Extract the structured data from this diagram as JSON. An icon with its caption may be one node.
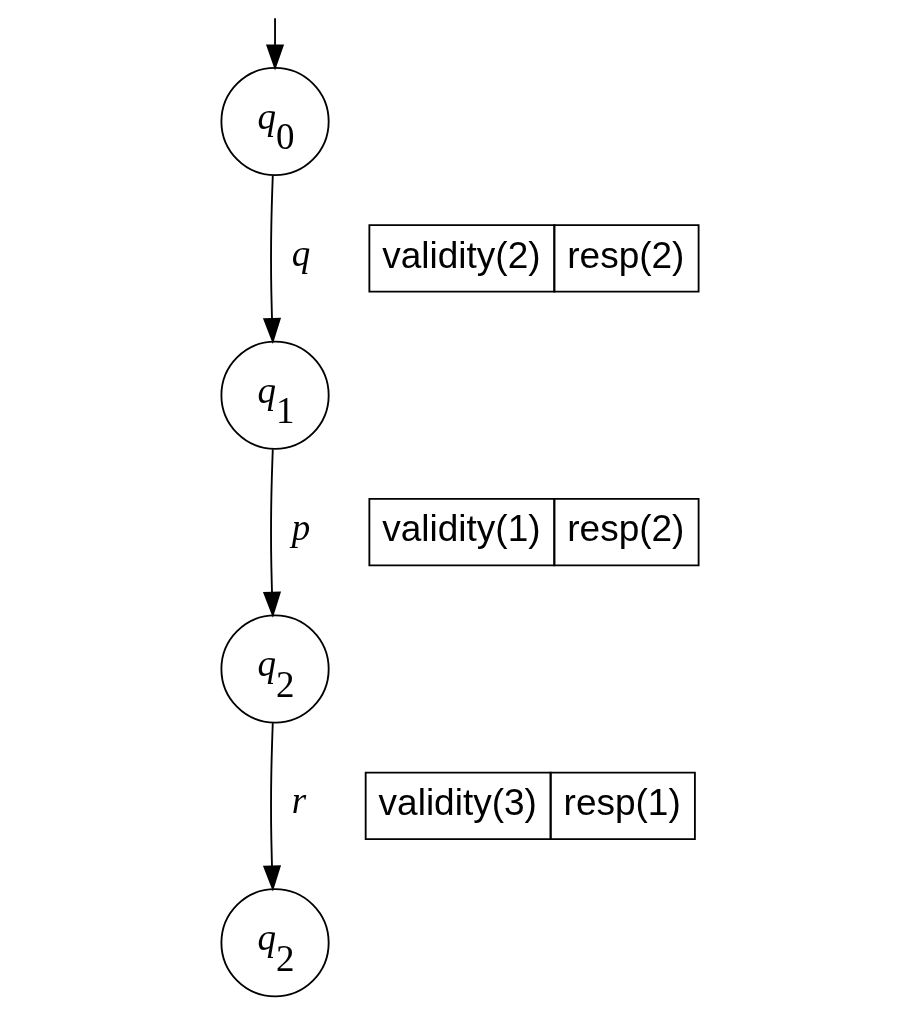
{
  "diagram": {
    "nodes": [
      {
        "text": [
          "*q*$_{0}$"
        ]
      },
      {
        "text": [
          "*q*$_{1}$"
        ]
      },
      {
        "text": [
          "*q*$_{2}$"
        ]
      },
      {
        "text": [
          "*q*$_{2}$"
        ]
      },
      {
        "text": [
          "validity(2)",
          "resp(2)"
        ]
      },
      {
        "text": [
          "validity(1)",
          "resp(2)"
        ]
      },
      {
        "text": [
          "validity(3)",
          "resp(1)"
        ]
      }
    ],
    "edges": [
      {
        "from": null,
        "to": 0,
        "arrow": "to"
      },
      {
        "from": 0,
        "to": 1,
        "arrow": "to",
        "label": "q"
      },
      {
        "from": 1,
        "to": 2,
        "arrow": "to",
        "label": "p"
      },
      {
        "from": 2,
        "to": 3,
        "arrow": "to",
        "label": "r"
      }
    ]
  }
}
